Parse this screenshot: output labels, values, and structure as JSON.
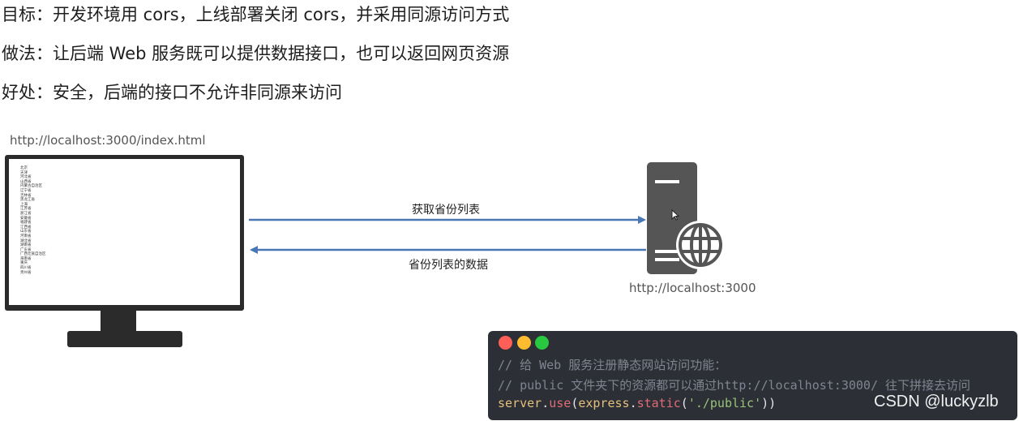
{
  "intro": {
    "goal": "目标：开发环境用 cors，上线部署关闭 cors，并采用同源访问方式",
    "method": "做法：让后端 Web 服务既可以提供数据接口，也可以返回网页资源",
    "benefit": "好处：安全，后端的接口不允许非同源来访问"
  },
  "client": {
    "url": "http://localhost:3000/index.html",
    "provinces": [
      "北京",
      "天津",
      "河北省",
      "山西省",
      "内蒙古自治区",
      "辽宁省",
      "吉林省",
      "黑龙江省",
      "上海",
      "江苏省",
      "浙江省",
      "安徽省",
      "福建省",
      "江西省",
      "山东省",
      "河南省",
      "湖北省",
      "湖南省",
      "广东省",
      "广西壮族自治区",
      "海南省",
      "重庆",
      "四川省",
      "贵州省"
    ]
  },
  "arrows": {
    "request_label": "获取省份列表",
    "response_label": "省份列表的数据"
  },
  "server": {
    "url": "http://localhost:3000"
  },
  "code": {
    "comment1": "// 给 Web 服务注册静态网站访问功能：",
    "comment2": "// public 文件夹下的资源都可以通过http://localhost:3000/ 往下拼接去访问",
    "line3": {
      "server": "server",
      "dot1": ".",
      "use": "use",
      "open1": "(",
      "express": "express",
      "dot2": ".",
      "static": "static",
      "open2": "(",
      "arg": "'./public'",
      "close": "))"
    }
  },
  "watermark": "CSDN @luckyzlb",
  "colors": {
    "arrow": "#4a78b5",
    "code_bg": "#2c2f36",
    "monitor": "#2b2b2b",
    "server": "#555555"
  }
}
